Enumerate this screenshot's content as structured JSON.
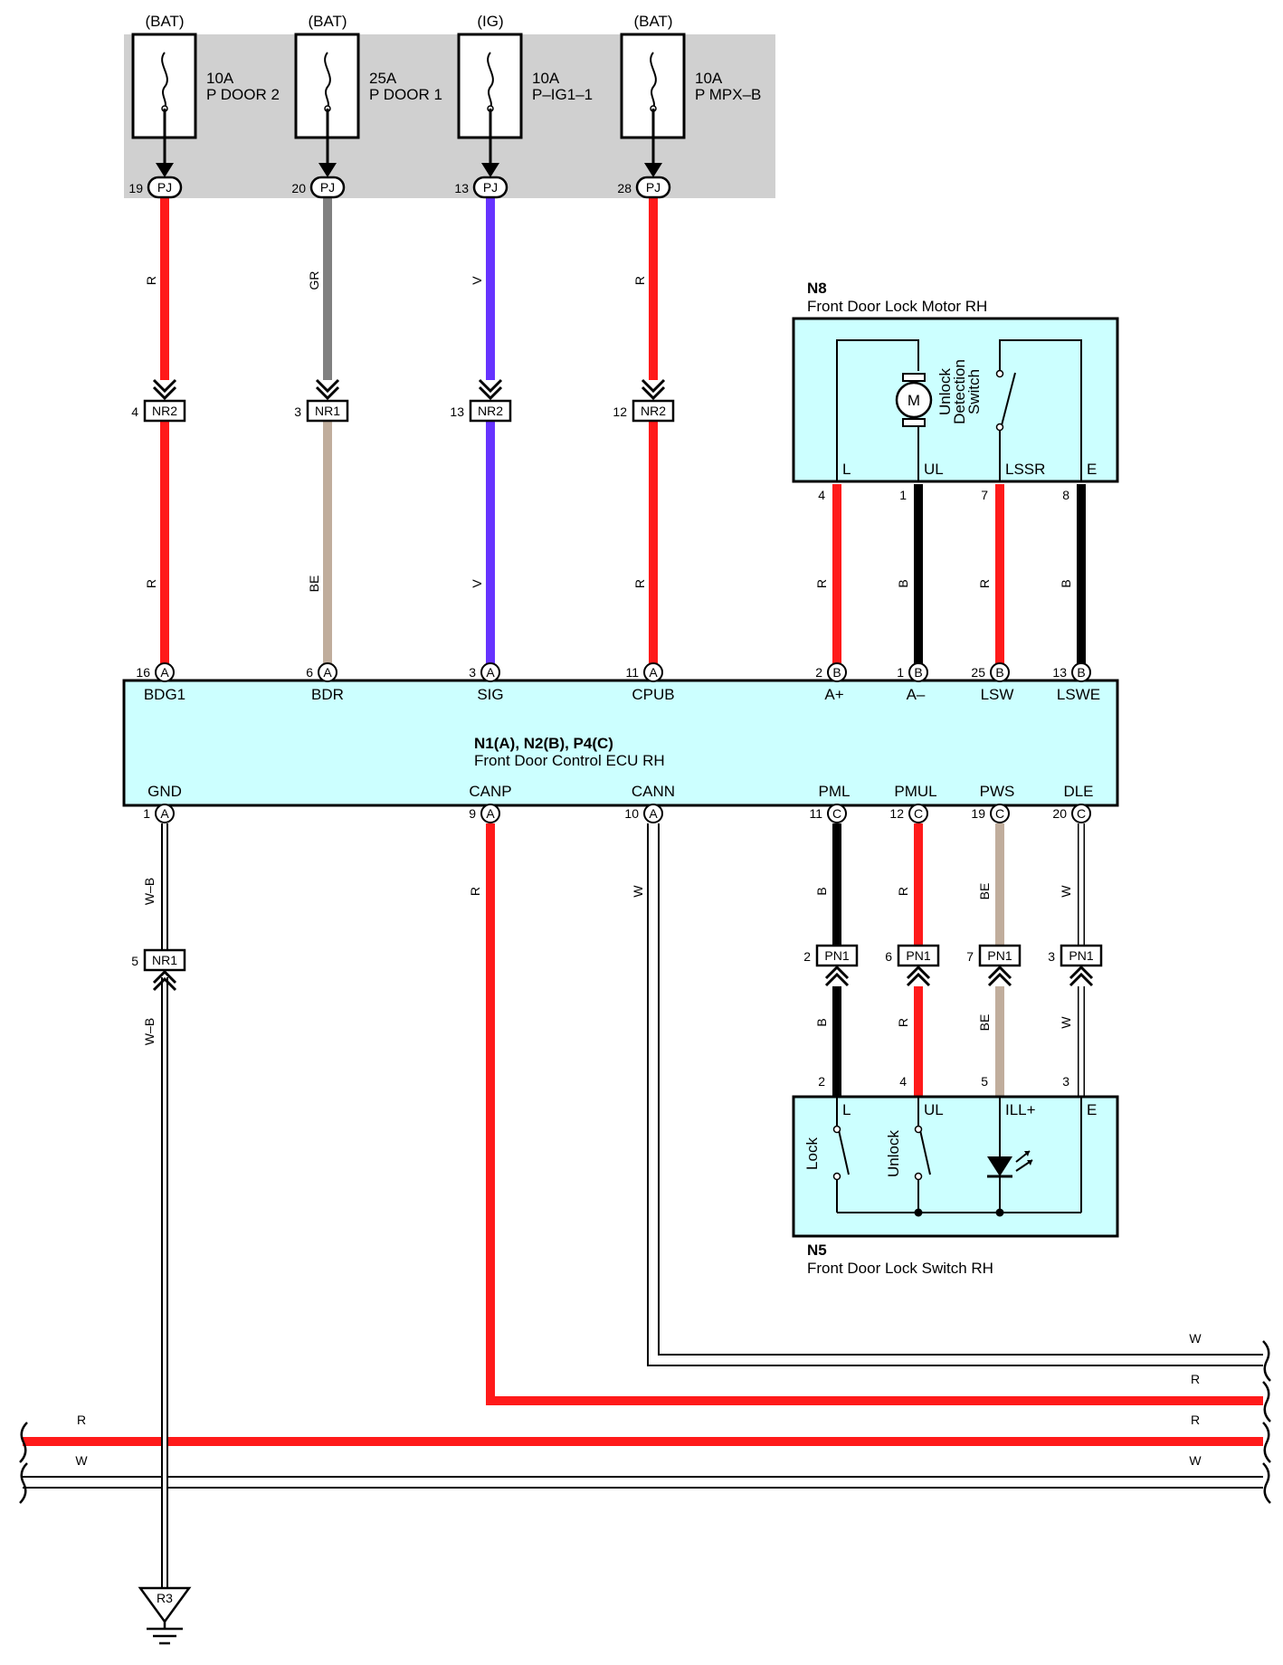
{
  "colors": {
    "R": "#ff1a1a",
    "GR": "#808080",
    "V": "#6633ff",
    "BE": "#c0ad9c",
    "B": "#000000",
    "W": "#ffffff",
    "W-B": "#ffffff",
    "box_fill": "#ccffff",
    "fuse_area": "#d0d0d0"
  },
  "fuses": [
    {
      "source": "(BAT)",
      "rating": "10A",
      "name": "P DOOR 2",
      "pin": "19",
      "conn": "PJ",
      "wire": "R"
    },
    {
      "source": "(BAT)",
      "rating": "25A",
      "name": "P DOOR 1",
      "pin": "20",
      "conn": "PJ",
      "wire": "GR"
    },
    {
      "source": "(IG)",
      "rating": "10A",
      "name": "P–IG1–1",
      "pin": "13",
      "conn": "PJ",
      "wire": "V"
    },
    {
      "source": "(BAT)",
      "rating": "10A",
      "name": "P MPX–B",
      "pin": "28",
      "conn": "PJ",
      "wire": "R"
    }
  ],
  "junction_top": [
    {
      "pin": "4",
      "conn": "NR2",
      "wire_below": "R"
    },
    {
      "pin": "3",
      "conn": "NR1",
      "wire_below": "BE"
    },
    {
      "pin": "13",
      "conn": "NR2",
      "wire_below": "V"
    },
    {
      "pin": "12",
      "conn": "NR2",
      "wire_below": "R"
    }
  ],
  "ecu": {
    "id": "N1(A), N2(B), P4(C)",
    "name": "Front Door Control ECU RH",
    "top_terms": [
      {
        "pin": "16",
        "conn": "A",
        "label": "BDG1"
      },
      {
        "pin": "6",
        "conn": "A",
        "label": "BDR"
      },
      {
        "pin": "3",
        "conn": "A",
        "label": "SIG"
      },
      {
        "pin": "11",
        "conn": "A",
        "label": "CPUB"
      },
      {
        "pin": "2",
        "conn": "B",
        "label": "A+"
      },
      {
        "pin": "1",
        "conn": "B",
        "label": "A–"
      },
      {
        "pin": "25",
        "conn": "B",
        "label": "LSW"
      },
      {
        "pin": "13",
        "conn": "B",
        "label": "LSWE"
      }
    ],
    "bottom_terms": [
      {
        "pin": "1",
        "conn": "A",
        "label": "GND"
      },
      {
        "pin": "9",
        "conn": "A",
        "label": "CANP"
      },
      {
        "pin": "10",
        "conn": "A",
        "label": "CANN"
      },
      {
        "pin": "11",
        "conn": "C",
        "label": "PML"
      },
      {
        "pin": "12",
        "conn": "C",
        "label": "PMUL"
      },
      {
        "pin": "19",
        "conn": "C",
        "label": "PWS"
      },
      {
        "pin": "20",
        "conn": "C",
        "label": "DLE"
      }
    ]
  },
  "motor": {
    "id": "N8",
    "name": "Front Door Lock Motor RH",
    "motor_symbol": "M",
    "switch_label_1": "Unlock",
    "switch_label_2": "Detection",
    "switch_label_3": "Switch",
    "terms": [
      {
        "label": "L",
        "pin": "4",
        "wire": "R"
      },
      {
        "label": "UL",
        "pin": "1",
        "wire": "B"
      },
      {
        "label": "LSSR",
        "pin": "7",
        "wire": "R"
      },
      {
        "label": "E",
        "pin": "8",
        "wire": "B"
      }
    ]
  },
  "lock_switch": {
    "id": "N5",
    "name": "Front Door Lock Switch RH",
    "lock_label": "Lock",
    "unlock_label": "Unlock",
    "terms": [
      {
        "label": "L",
        "pin": "2",
        "wire": "B"
      },
      {
        "label": "UL",
        "pin": "4",
        "wire": "R"
      },
      {
        "label": "ILL+",
        "pin": "5",
        "wire": "BE"
      },
      {
        "label": "E",
        "pin": "3",
        "wire": "W"
      }
    ]
  },
  "pn1": [
    {
      "pin": "2",
      "conn": "PN1"
    },
    {
      "pin": "6",
      "conn": "PN1"
    },
    {
      "pin": "7",
      "conn": "PN1"
    },
    {
      "pin": "3",
      "conn": "PN1"
    }
  ],
  "gnd_junction": {
    "pin": "5",
    "conn": "NR1"
  },
  "ground": {
    "id": "R3"
  },
  "gnd_wire": "W–B",
  "bus_lines": {
    "cann": "W",
    "canp": "R",
    "bus_r": "R",
    "bus_w": "W"
  }
}
